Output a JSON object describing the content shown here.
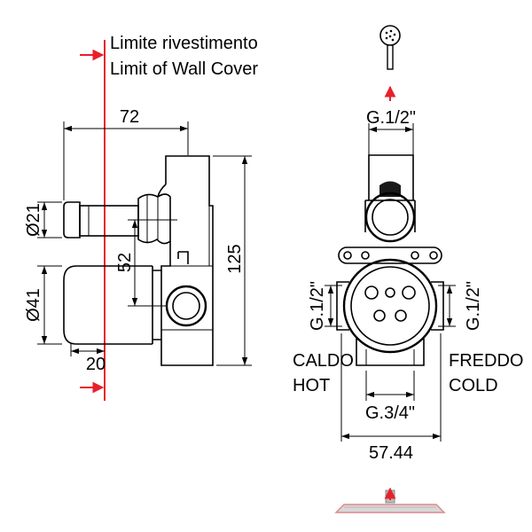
{
  "left_view": {
    "wall_label_it": "Limite rivestimento",
    "wall_label_en": "Limit of Wall Cover",
    "dim_width": "72",
    "dim_small_pipe_diameter": "Ø21",
    "dim_pipe_spacing": "52",
    "dim_height": "125",
    "dim_large_cylinder_diameter": "Ø41",
    "dim_depth": "20"
  },
  "right_view": {
    "dim_top_outlet": "G.1/2\"",
    "dim_left_inlet": "G.1/2\"",
    "dim_right_inlet": "G.1/2\"",
    "hot_label_it": "CALDO",
    "hot_label_en": "HOT",
    "cold_label_it": "FREDDO",
    "cold_label_en": "COLD",
    "dim_bottom_outlet": "G.3/4\"",
    "dim_overall_width": "57.44"
  },
  "colors": {
    "wall_line": "#e8202a",
    "drawing": "#000000",
    "shower_head_outline": "#d98a8a"
  },
  "icons": {
    "top": "hand-shower-icon",
    "bottom": "shower-head-icon",
    "direction": "arrow-up-icon"
  }
}
